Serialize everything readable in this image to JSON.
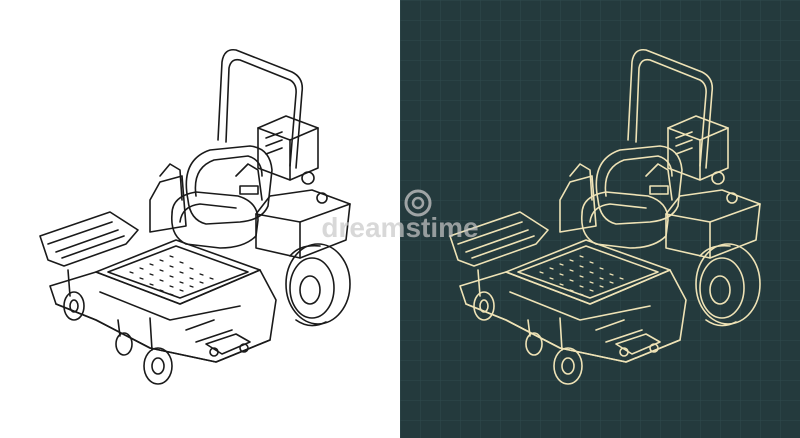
{
  "watermark": {
    "text": "dreamstime",
    "icon": "dreamstime-logo-icon"
  },
  "colors": {
    "light_background": "#ffffff",
    "light_stroke": "#1a1a1a",
    "dark_background": "#243a3d",
    "dark_grid": "#2f4a4d",
    "dark_stroke": "#efe3b6",
    "watermark": "#c8c8c8"
  },
  "panels": [
    {
      "name": "light-blueprint",
      "style": "black lines on white"
    },
    {
      "name": "dark-blueprint",
      "style": "cream lines on dark teal grid"
    }
  ]
}
